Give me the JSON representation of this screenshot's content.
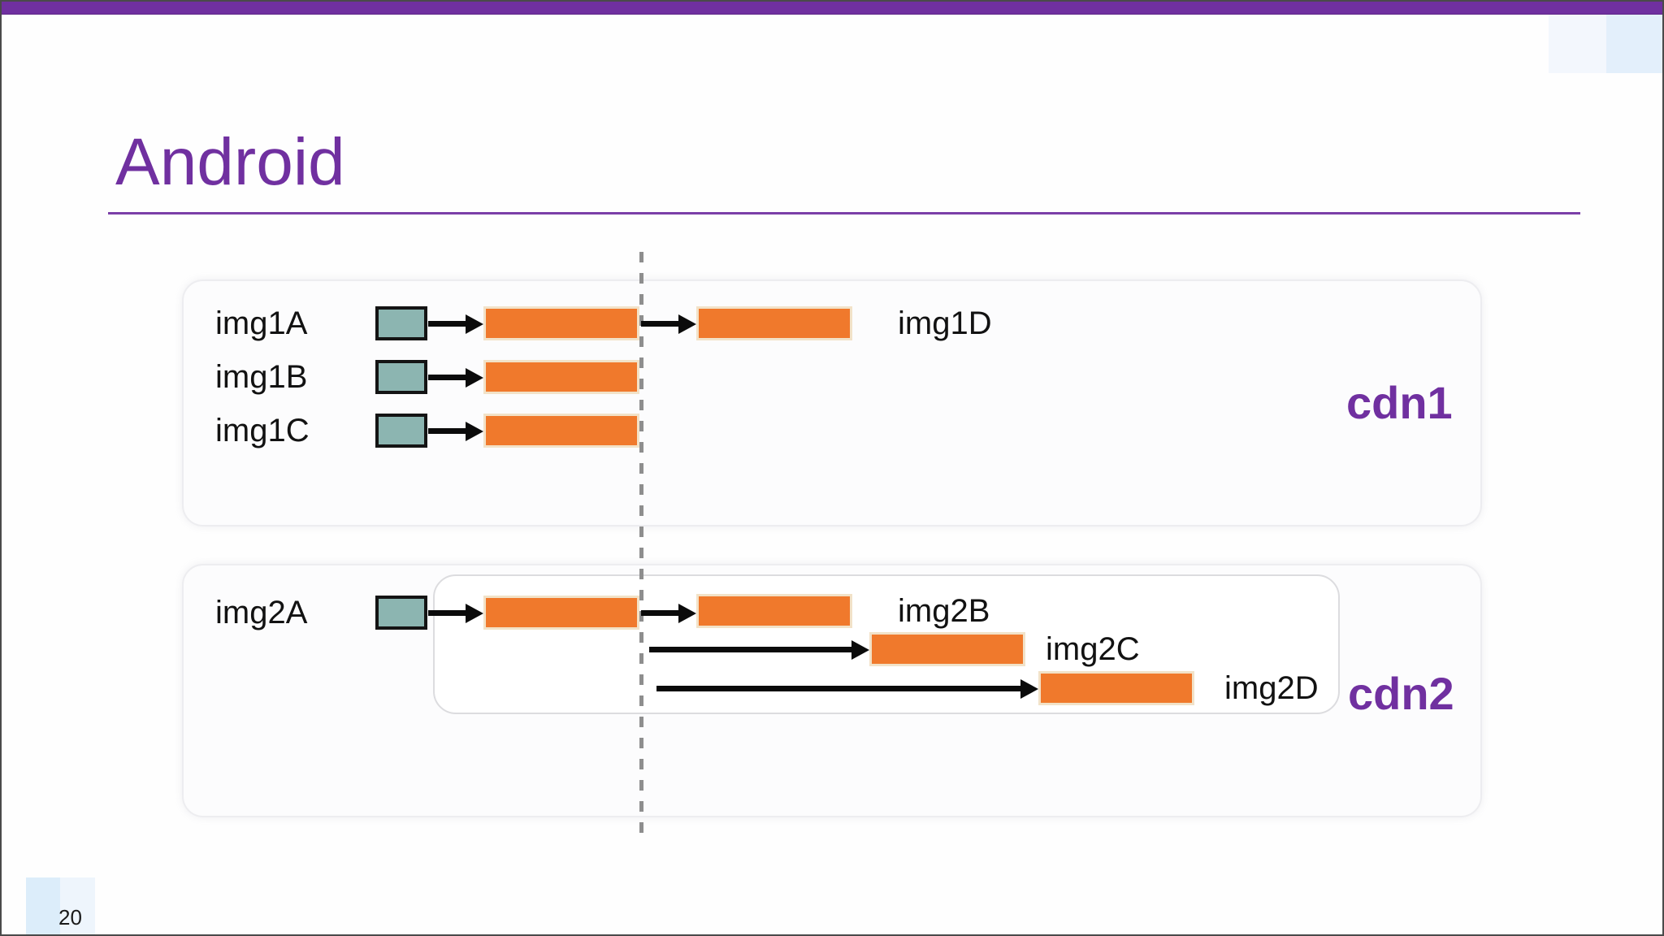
{
  "title": "Android",
  "page_number": "20",
  "cdn1": {
    "label": "cdn1",
    "rows": {
      "a": "img1A",
      "b": "img1B",
      "c": "img1C",
      "result": "img1D"
    }
  },
  "cdn2": {
    "label": "cdn2",
    "rows": {
      "a": "img2A",
      "b": "img2B",
      "c": "img2C",
      "d": "img2D"
    }
  },
  "colors": {
    "accent_purple": "#7030a0",
    "image_box_orange": "#f0792c",
    "image_box_border_cream": "#f2e2c8",
    "source_box_teal": "#8cb5b1",
    "dashed_divider_gray": "#8e8e8e",
    "corner_square_blue": "#e3effb",
    "corner_square_faint": "#f3f7fd"
  }
}
